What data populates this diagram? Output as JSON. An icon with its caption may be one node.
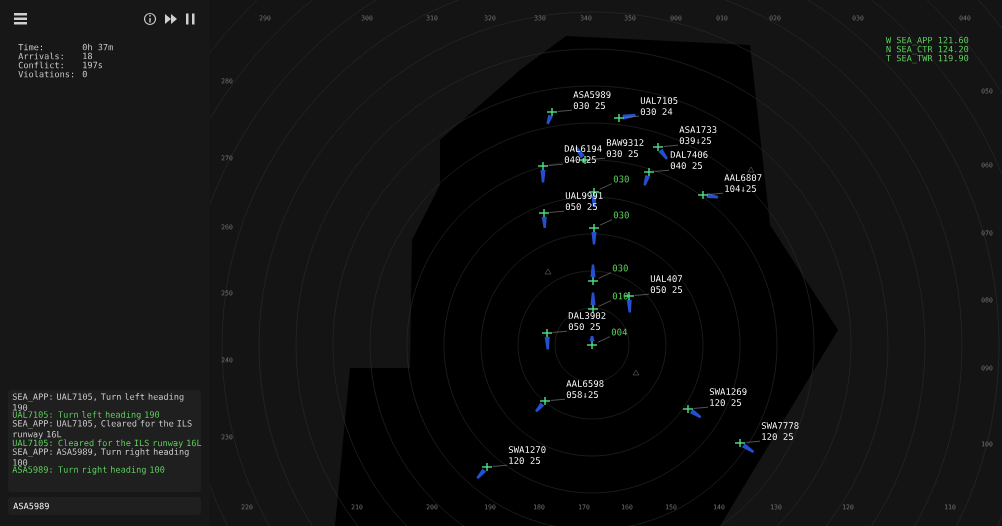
{
  "diagram": {
    "nodes": [
      {
        "text": [
          "ASA5989",
          "030 25"
        ]
      },
      {
        "text": [],
        "shape": "airplane"
      },
      {
        "text": [
          "UAL7105",
          "030 24"
        ]
      },
      {
        "text": [],
        "shape": "airplane"
      },
      {
        "text": [
          "BAW9312",
          "030 25"
        ]
      },
      {
        "text": [],
        "shape": "airplane"
      },
      {
        "text": [
          "ASA1733",
          "039↓25"
        ]
      },
      {
        "text": [],
        "shape": "airplane"
      },
      {
        "text": [
          "DAL6194",
          "040↓25"
        ]
      },
      {
        "text": [],
        "shape": "airplane"
      },
      {
        "text": [
          "DAL7406",
          "040 25"
        ]
      },
      {
        "text": [],
        "shape": "airplane"
      },
      {
        "text": [
          "AAL6807",
          "104↓25"
        ]
      },
      {
        "text": [],
        "shape": "airplane"
      },
      {
        "text": [
          "030"
        ]
      },
      {
        "text": [],
        "shape": "airplane"
      },
      {
        "text": [
          "UAL9991",
          "050 25"
        ]
      },
      {
        "text": [],
        "shape": "airplane"
      },
      {
        "text": [
          "030"
        ]
      },
      {
        "text": [],
        "shape": "airplane"
      },
      {
        "text": [
          "030"
        ]
      },
      {
        "text": [],
        "shape": "airplane"
      },
      {
        "text": [
          "UAL407",
          "050 25"
        ]
      },
      {
        "text": [],
        "shape": "airplane"
      },
      {
        "text": [
          "010"
        ]
      },
      {
        "text": [],
        "shape": "airplane"
      },
      {
        "text": [
          "DAL3902",
          "050 25"
        ]
      },
      {
        "text": [],
        "shape": "airplane"
      },
      {
        "text": [
          "004"
        ]
      },
      {
        "text": [],
        "shape": "airplane"
      },
      {
        "text": [
          "AAL6598",
          "058↓25"
        ]
      },
      {
        "text": [],
        "shape": "airplane"
      },
      {
        "text": [
          "SWA1269",
          "120 25"
        ]
      },
      {
        "text": [],
        "shape": "airplane"
      },
      {
        "text": [
          "SWA7778",
          "120 25"
        ]
      },
      {
        "text": [],
        "shape": "airplane"
      },
      {
        "text": [
          "SWA1270",
          "120 25"
        ]
      },
      {
        "text": [],
        "shape": "airplane"
      }
    ],
    "edges": [
      {
        "from": 0,
        "to": 1,
        "arrow": "none"
      },
      {
        "from": 2,
        "to": 3,
        "arrow": "none"
      },
      {
        "from": 4,
        "to": 5,
        "arrow": "none"
      },
      {
        "from": 6,
        "to": 7,
        "arrow": "none"
      },
      {
        "from": 8,
        "to": 9,
        "arrow": "none"
      },
      {
        "from": 10,
        "to": 11,
        "arrow": "none"
      },
      {
        "from": 12,
        "to": 13,
        "arrow": "none"
      },
      {
        "from": 14,
        "to": 15,
        "arrow": "none"
      },
      {
        "from": 16,
        "to": 17,
        "arrow": "none"
      },
      {
        "from": 18,
        "to": 19,
        "arrow": "none"
      },
      {
        "from": 20,
        "to": 21,
        "arrow": "none"
      },
      {
        "from": 22,
        "to": 23,
        "arrow": "none"
      },
      {
        "from": 24,
        "to": 25,
        "arrow": "none"
      },
      {
        "from": 26,
        "to": 27,
        "arrow": "none"
      },
      {
        "from": 28,
        "to": 29,
        "arrow": "none"
      },
      {
        "from": 30,
        "to": 31,
        "arrow": "none"
      },
      {
        "from": 32,
        "to": 33,
        "arrow": "none"
      },
      {
        "from": 34,
        "to": 35,
        "arrow": "none"
      },
      {
        "from": 36,
        "to": 37,
        "arrow": "none"
      }
    ],
    "labels": [
      "Time:",
      "0h 37m",
      "Arrivals:",
      "18",
      "Conflict:",
      "197s",
      "Violations:",
      "0",
      "SEA_APP: UAL7105, Turn left heading 190",
      "UAL7105: Turn left heading 190",
      "SEA_APP: UAL7105, Cleared for the ILS runway 16L",
      "UAL7105: Cleared for the ILS runway 16L",
      "SEA_APP: ASA5989, Turn right heading 100",
      "ASA5989: Turn right heading 100",
      "ASA5989",
      "W SEA_APP 121.60",
      "N SEA_CTR 124.20",
      "T SEA_TWR 119.90",
      "290",
      "300",
      "310",
      "320",
      "330",
      "340",
      "350",
      "000",
      "010",
      "020",
      "030",
      "040",
      "050",
      "060",
      "070",
      "080",
      "090",
      "100",
      "220",
      "210",
      "200",
      "190",
      "180",
      "170",
      "160",
      "150",
      "140",
      "130",
      "120",
      "110",
      "280",
      "270",
      "260",
      "250",
      "240",
      "230"
    ]
  }
}
